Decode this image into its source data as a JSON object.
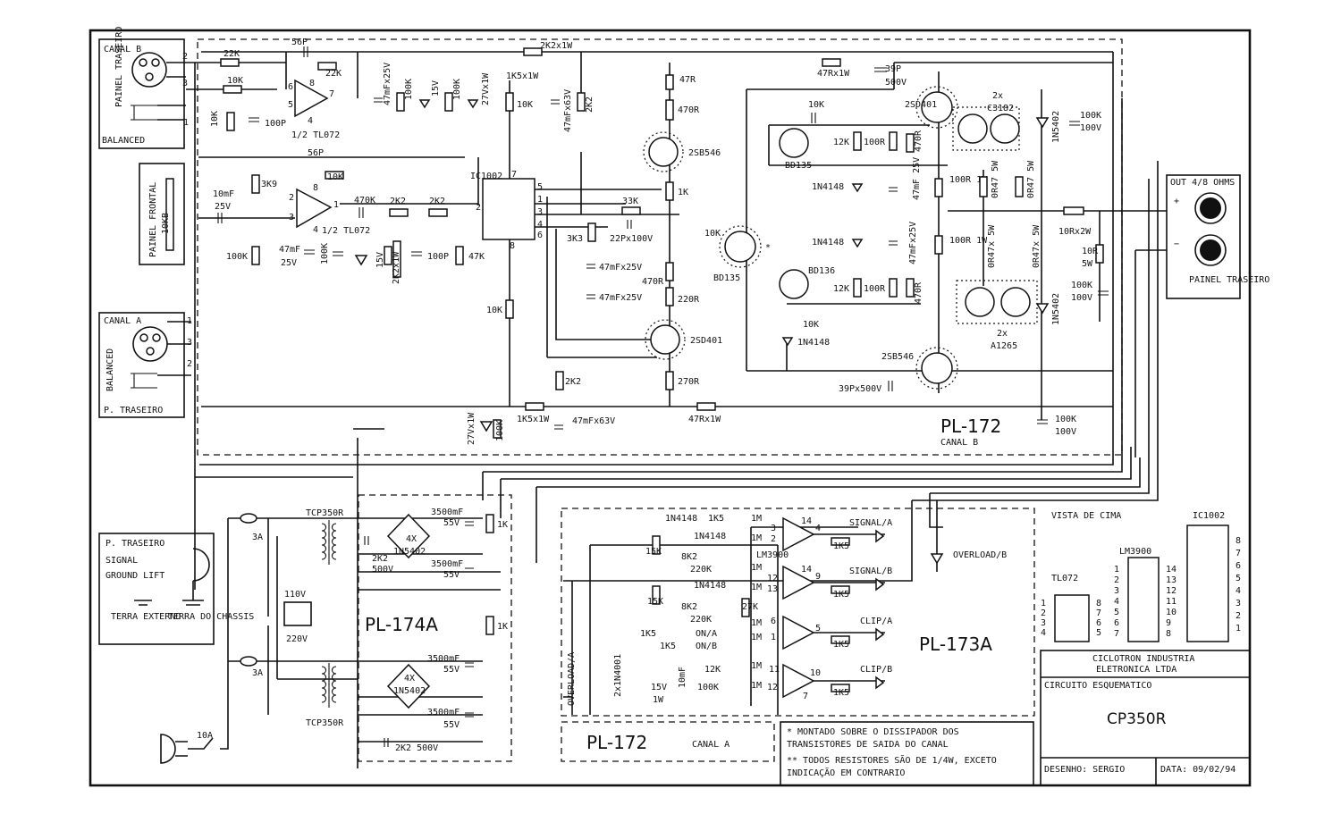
{
  "connectors": {
    "canal_b": "CANAL B",
    "painel_traseiro_b": "PAINEL TRASEIRO",
    "balanced_b": "BALANCED",
    "painel_frontal": "PAINEL FRONTAL",
    "pot_frontal": "10KB",
    "canal_a": "CANAL A",
    "balanced_a": "BALANCED",
    "p_traseiro_a": "P. TRASEIRO",
    "out": "OUT 4/8 OHMS",
    "painel_traseiro_out": "PAINEL TRASEIRO",
    "pin1": "1",
    "pin2": "2",
    "pin3": "3"
  },
  "ground_lift": {
    "title": "P. TRASEIRO",
    "signal": "SIGNAL",
    "ground_lift": "GROUND LIFT",
    "terra_externo": "TERRA EXTERNO",
    "terra_chassis": "TERRA DO CHASSIS"
  },
  "boards": {
    "pl172_b": "PL-172",
    "canal_b": "CANAL B",
    "pl174a": "PL-174A",
    "pl173a": "PL-173A",
    "pl172_a": "PL-172",
    "canal_a": "CANAL A"
  },
  "input_stage": {
    "r22k_a": "22K",
    "r22k_b": "22K",
    "c56p_a": "56P",
    "r10k_a": "10K",
    "r10k_b": "10K",
    "c100p": "100P",
    "opamp_a": "1/2 TL072",
    "c10mf": "10mF",
    "c25v": "25V",
    "r3k9": "3K9",
    "c56p_b": "56P",
    "r10k_c": "10K",
    "opamp_b": "1/2 TL072",
    "r100k_in": "100K",
    "c47mf": "47mF",
    "c25v_b": "25V",
    "r100k_b": "100K",
    "z15v": "15V",
    "r2k2x1w": "2K2x1W",
    "r470k": "470K",
    "r2k2_a": "2K2",
    "r2k2_b": "2K2",
    "c100p_b": "100P",
    "r47k": "47K",
    "pin8": "8",
    "pin5": "5",
    "pin6": "6",
    "pin7": "7",
    "pin4": "4",
    "pin2": "2",
    "pin3": "3",
    "pin1": "1"
  },
  "supply_rail": {
    "c47mf25v": "47mFx25V",
    "r100k_a": "100K",
    "z15v": "15V",
    "r100k_b": "100K",
    "z27v": "27Vx1W",
    "r1k5x1w": "1K5x1W",
    "r10k": "10K",
    "c47mf63v": "47mFx63V",
    "r2k2": "2K2",
    "r2k2x1w": "2K2x1W",
    "r47rx1w": "47Rx1W",
    "c39p": "39P",
    "c500v": "500V"
  },
  "ic1002": {
    "label": "IC1002",
    "pin7": "7",
    "pin5": "5",
    "pin1": "1",
    "pin2": "2",
    "pin3": "3",
    "pin4": "4",
    "pin6": "6",
    "pin8": "8",
    "r3k3": "3K3",
    "r33k": "33K",
    "c22p": "22Px100V",
    "c47a": "47mFx25V",
    "c47b": "47mFx25V",
    "r10k_b": "10K",
    "r470r_pot": "470R"
  },
  "driver": {
    "r47r": "47R",
    "r470r": "470R",
    "q2sb546": "2SB546",
    "r1k": "1K",
    "r10k": "10K",
    "qbd135": "BD135",
    "mark": "*",
    "r220r": "220R",
    "q2sd401": "2SD401",
    "r270r": "270R",
    "r2k2": "2K2",
    "z27v": "27Vx1W",
    "r100k": "100K",
    "r1k5x1w": "1K5x1W",
    "c47mf63v": "47mFx63V",
    "r47rx1w": "47Rx1W"
  },
  "output_stage": {
    "r10k": "10K",
    "q2sd401": "2SD401",
    "q2x": "2x",
    "qc3182": "C3182",
    "d1n5402_a": "1N5402",
    "c100k_a": "100K",
    "c100v_a": "100V",
    "qbd135": "BD135",
    "r12k_a": "12K",
    "r100r_a": "100R",
    "r470r_a": "470R",
    "d1n4148_a": "1N4148",
    "c47mf25v_a": "47mF 25V",
    "r100r_1w_a": "100R 1W",
    "r0r47_a": "0R47 5W",
    "r0r47_b": "0R47 5W",
    "d1n4148_b": "1N4148",
    "c47mf25v_b": "47mFx25V",
    "r100r_1w_b": "100R 1W",
    "r0r47x5w_a": "0R47x 5W",
    "r0r47x5w_b": "0R47x 5W",
    "r10rx2w": "10Rx2W",
    "r10r": "10R",
    "r5w": "5W",
    "qbd136": "BD136",
    "r12k_b": "12K",
    "r100r_b": "100R",
    "r470r_b": "470R",
    "c10k": "10K",
    "d1n4148_c": "1N4148",
    "qa1265": "A1265",
    "q2x_b": "2x",
    "d1n5402_b": "1N5402",
    "c100k_b": "100K",
    "c100v_b": "100V",
    "q2sb546": "2SB546",
    "c39p": "39Px500V",
    "c100k_c": "100K",
    "c100v_c": "100V",
    "out_plus": "+",
    "out_minus": "−"
  },
  "power_supply": {
    "tcp350r_a": "TCP350R",
    "tcp350r_b": "TCP350R",
    "fuse3a_a": "3A",
    "fuse3a_b": "3A",
    "fuse10a": "10A",
    "v110": "110V",
    "v220": "220V",
    "c3500_a": "3500mF",
    "v55_a": "55V",
    "bridge_a": "4X",
    "bridge_a2": "1N5402",
    "c2k2": "2K2",
    "c500v": "500V",
    "c3500_b": "3500mF",
    "v55_b": "55V",
    "r1k": "1K",
    "c3500_c": "3500mF",
    "v55_c": "55V",
    "bridge_b": "4X",
    "bridge_b2": "1N5402",
    "c3500_d": "3500mF",
    "v55_d": "55V",
    "c2k2_500v": "2K2 500V",
    "r1k_b": "1K"
  },
  "protection": {
    "d1n4148_a": "1N4148",
    "d1n4148_b": "1N4148",
    "d1n4148_c": "1N4148",
    "r1k5_a": "1K5",
    "r1m_a": "1M",
    "r1m_b": "1M",
    "r15k_a": "15K",
    "r8k2_a": "8K2",
    "r220k_a": "220K",
    "lm3900": "LM3900",
    "r1m_c": "1M",
    "r1m_d": "1M",
    "r15k_b": "15K",
    "r8k2_b": "8K2",
    "r220k_b": "220K",
    "r27k": "27K",
    "r1m_e": "1M",
    "r1m_f": "1M",
    "r1k5_b": "1K5",
    "r1k5_c": "1K5",
    "on_a": "ON/A",
    "on_b": "ON/B",
    "d2x1n4001": "2x1N4001",
    "r12k": "12K",
    "r1m_g": "1M",
    "r1m_h": "1M",
    "z15v": "15V",
    "z1w": "1W",
    "c10mf": "10mF",
    "r100k": "100K",
    "overload_a": "OVERLOAD/A",
    "overload_b": "OVERLOAD/B",
    "signal_a": "SIGNAL/A",
    "signal_b": "SIGNAL/B",
    "clip_a": "CLIP/A",
    "clip_b": "CLIP/B",
    "out_r_a": "1K5",
    "out_r_b": "1K5",
    "out_r_c": "1K5",
    "out_r_d": "1K5",
    "p14_a": "14",
    "p4": "4",
    "p3": "3",
    "p2": "2",
    "p14_b": "14",
    "p12": "12",
    "p13": "13",
    "p9": "9",
    "p6": "6",
    "p1": "1",
    "p5": "5",
    "p11": "11",
    "p10": "10",
    "p7": "7"
  },
  "notes": {
    "note1_line1": "* MONTADO SOBRE O DISSIPADOR DOS",
    "note1_line2": "TRANSISTORES DE SAIDA DO CANAL",
    "note2_line1": "** TODOS RESISTORES SÃO DE 1/4W, EXCETO",
    "note2_line2": "INDICAÇÃO EM CONTRARIO"
  },
  "pinouts": {
    "vista": "VISTA DE CIMA",
    "tl072": "TL072",
    "lm3900": "LM3900",
    "ic1002": "IC1002",
    "tl_left": [
      "1",
      "2",
      "3",
      "4"
    ],
    "tl_right": [
      "8",
      "7",
      "6",
      "5"
    ],
    "lm_left": [
      "1",
      "2",
      "3",
      "4",
      "5",
      "6",
      "7"
    ],
    "lm_right": [
      "14",
      "13",
      "12",
      "11",
      "10",
      "9",
      "8"
    ],
    "ic_pins": [
      "8",
      "7",
      "6",
      "5",
      "4",
      "3",
      "2",
      "1"
    ]
  },
  "title_block": {
    "company_line1": "CICLOTRON INDUSTRIA",
    "company_line2": "ELETRONICA LTDA",
    "circuit": "CIRCUITO ESQUEMATICO",
    "model": "CP350R",
    "drawn_by": "DESENHO: SERGIO",
    "date": "DATA: 09/02/94"
  }
}
